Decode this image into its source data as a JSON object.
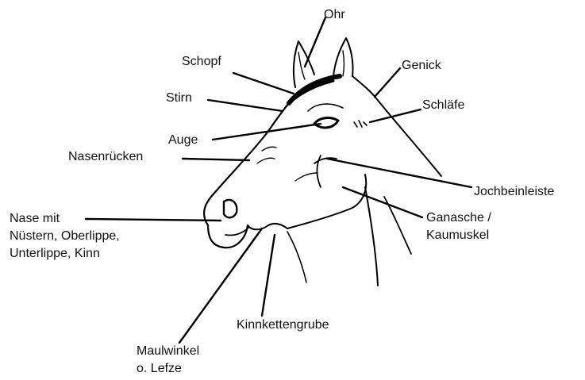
{
  "labels": {
    "ohr": "Ohr",
    "genick": "Genick",
    "schopf": "Schopf",
    "stirn": "Stirn",
    "schlaefe": "Schläfe",
    "auge": "Auge",
    "nasenruecken": "Nasenrücken",
    "jochbeinleiste": "Jochbeinleiste",
    "nase": {
      "line1": "Nase mit",
      "line2": "Nüstern, Oberlippe,",
      "line3": "Unterlippe, Kinn"
    },
    "ganasche": {
      "line1": "Ganasche /",
      "line2": "Kaumuskel"
    },
    "kinnkettengrube": "Kinnkettengrube",
    "maulwinkel": {
      "line1": "Maulwinkel",
      "line2": "o. Lefze"
    }
  }
}
